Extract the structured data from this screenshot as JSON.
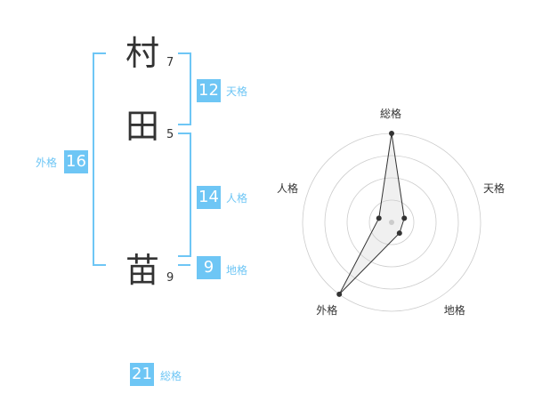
{
  "name": {
    "characters": [
      {
        "char": "村",
        "strokes": "7"
      },
      {
        "char": "田",
        "strokes": "5"
      },
      {
        "char": "苗",
        "strokes": "9"
      }
    ]
  },
  "fortune": {
    "tenkaku": {
      "value": "12",
      "label": "天格"
    },
    "jinkaku": {
      "value": "14",
      "label": "人格"
    },
    "chikaku": {
      "value": "9",
      "label": "地格"
    },
    "gaikaku": {
      "value": "16",
      "label": "外格"
    },
    "soukaku": {
      "value": "21",
      "label": "総格"
    }
  },
  "chart_data": {
    "type": "radar",
    "axes": [
      "総格",
      "天格",
      "地格",
      "外格",
      "人格"
    ],
    "values": [
      5,
      1,
      1,
      5,
      1
    ],
    "max": 5,
    "rings": 4,
    "colors": {
      "line": "#333333",
      "fill": "#cccccc",
      "grid": "#cccccc",
      "center": "#cccccc"
    }
  },
  "colors": {
    "accent": "#6ec6f5",
    "text": "#333333"
  }
}
